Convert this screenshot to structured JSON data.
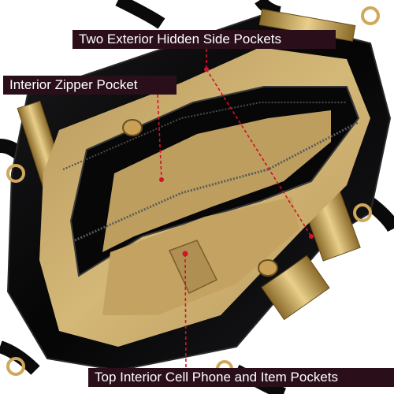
{
  "callouts": {
    "side_pockets": "Two Exterior Hidden Side Pockets",
    "zipper_pocket": "Interior Zipper Pocket",
    "top_pockets": "Top Interior Cell Phone and Item Pockets"
  },
  "colors": {
    "label_background": "#2a0f1a",
    "label_text": "#ffffff",
    "pointer_line": "#d0122a",
    "bag_leather": "#0b0b0c",
    "lining": "#c9a968",
    "hardware_gold": "#cfa85a"
  }
}
